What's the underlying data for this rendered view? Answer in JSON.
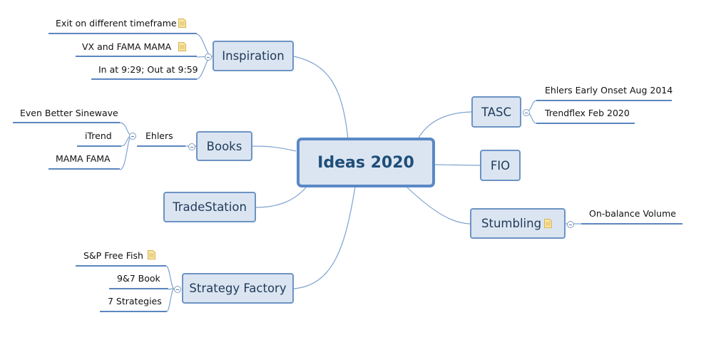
{
  "central": {
    "label": "Ideas 2020"
  },
  "topics": {
    "inspiration": {
      "label": "Inspiration",
      "children": [
        "Exit on different timeframe",
        "VX and FAMA MAMA",
        "In at 9:29; Out at 9:59"
      ]
    },
    "books": {
      "label": "Books",
      "ehlers": {
        "label": "Ehlers",
        "children": [
          "Even Better Sinewave",
          "iTrend",
          "MAMA FAMA"
        ]
      }
    },
    "tradestation": {
      "label": "TradeStation"
    },
    "strategy_factory": {
      "label": "Strategy Factory",
      "children": [
        "S&P Free Fish",
        "9&7 Book",
        "7 Strategies"
      ]
    },
    "tasc": {
      "label": "TASC",
      "children": [
        "Ehlers Early Onset Aug 2014",
        "Trendflex Feb 2020"
      ]
    },
    "fio": {
      "label": "FIO"
    },
    "stumbling": {
      "label": "Stumbling",
      "children": [
        "On-balance Volume"
      ]
    }
  },
  "colors": {
    "connector": "#7ea3cf",
    "node_fill": "#dbe5f1",
    "node_border": "#6d93c4",
    "underline": "#5b86be",
    "note_icon": "#f3d57e"
  },
  "icons": {
    "note": "note-icon",
    "collapse": "collapse-toggle-icon"
  }
}
